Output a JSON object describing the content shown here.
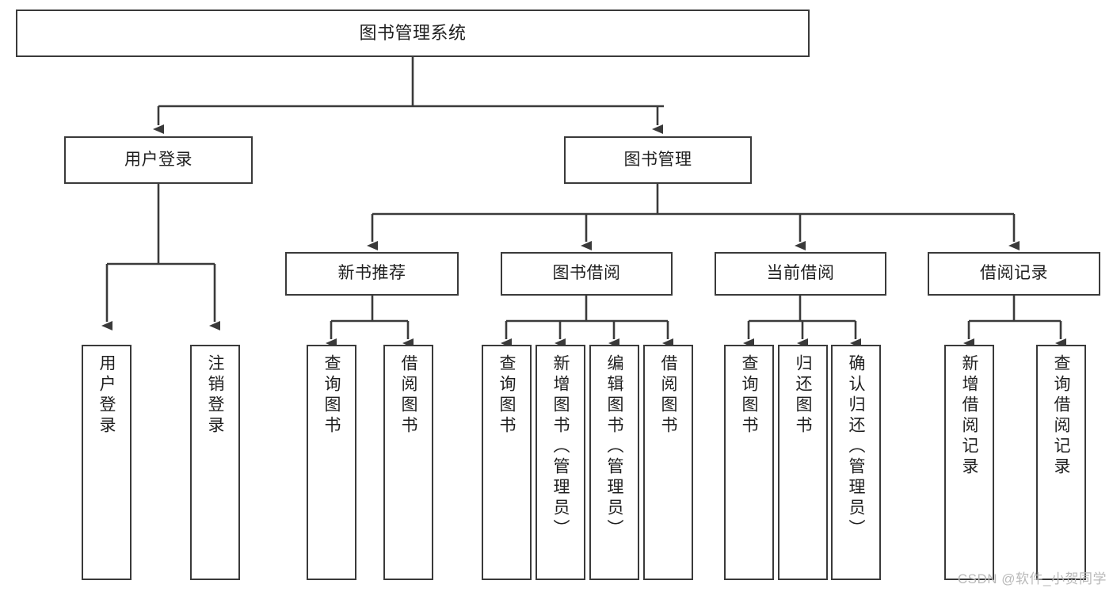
{
  "diagram": {
    "title": "图书管理系统",
    "type": "hierarchy-tree",
    "orientation": "top-down",
    "colors": {
      "box_border": "#3a3a3a",
      "box_fill": "#ffffff",
      "text": "#1f1f1f",
      "connector": "#3a3a3a",
      "watermark": "#b9b9b9"
    },
    "root": {
      "label": "图书管理系统"
    },
    "level2": [
      {
        "label": "用户登录"
      },
      {
        "label": "图书管理"
      }
    ],
    "level3": [
      {
        "label": "新书推荐"
      },
      {
        "label": "图书借阅"
      },
      {
        "label": "当前借阅"
      },
      {
        "label": "借阅记录"
      }
    ],
    "leaves": {
      "user_login": [
        {
          "label": "用户登录"
        },
        {
          "label": "注销登录"
        }
      ],
      "new_book_recommend": [
        {
          "label": "查询图书"
        },
        {
          "label": "借阅图书"
        }
      ],
      "book_borrow": [
        {
          "label": "查询图书"
        },
        {
          "label": "新增图书（管理员）"
        },
        {
          "label": "编辑图书（管理员）"
        },
        {
          "label": "借阅图书"
        }
      ],
      "current_borrow": [
        {
          "label": "查询图书"
        },
        {
          "label": "归还图书"
        },
        {
          "label": "确认归还（管理员）"
        }
      ],
      "borrow_record": [
        {
          "label": "新增借阅记录"
        },
        {
          "label": "查询借阅记录"
        }
      ]
    }
  },
  "watermark": {
    "text": "CSDN @软件_小贺同学"
  }
}
